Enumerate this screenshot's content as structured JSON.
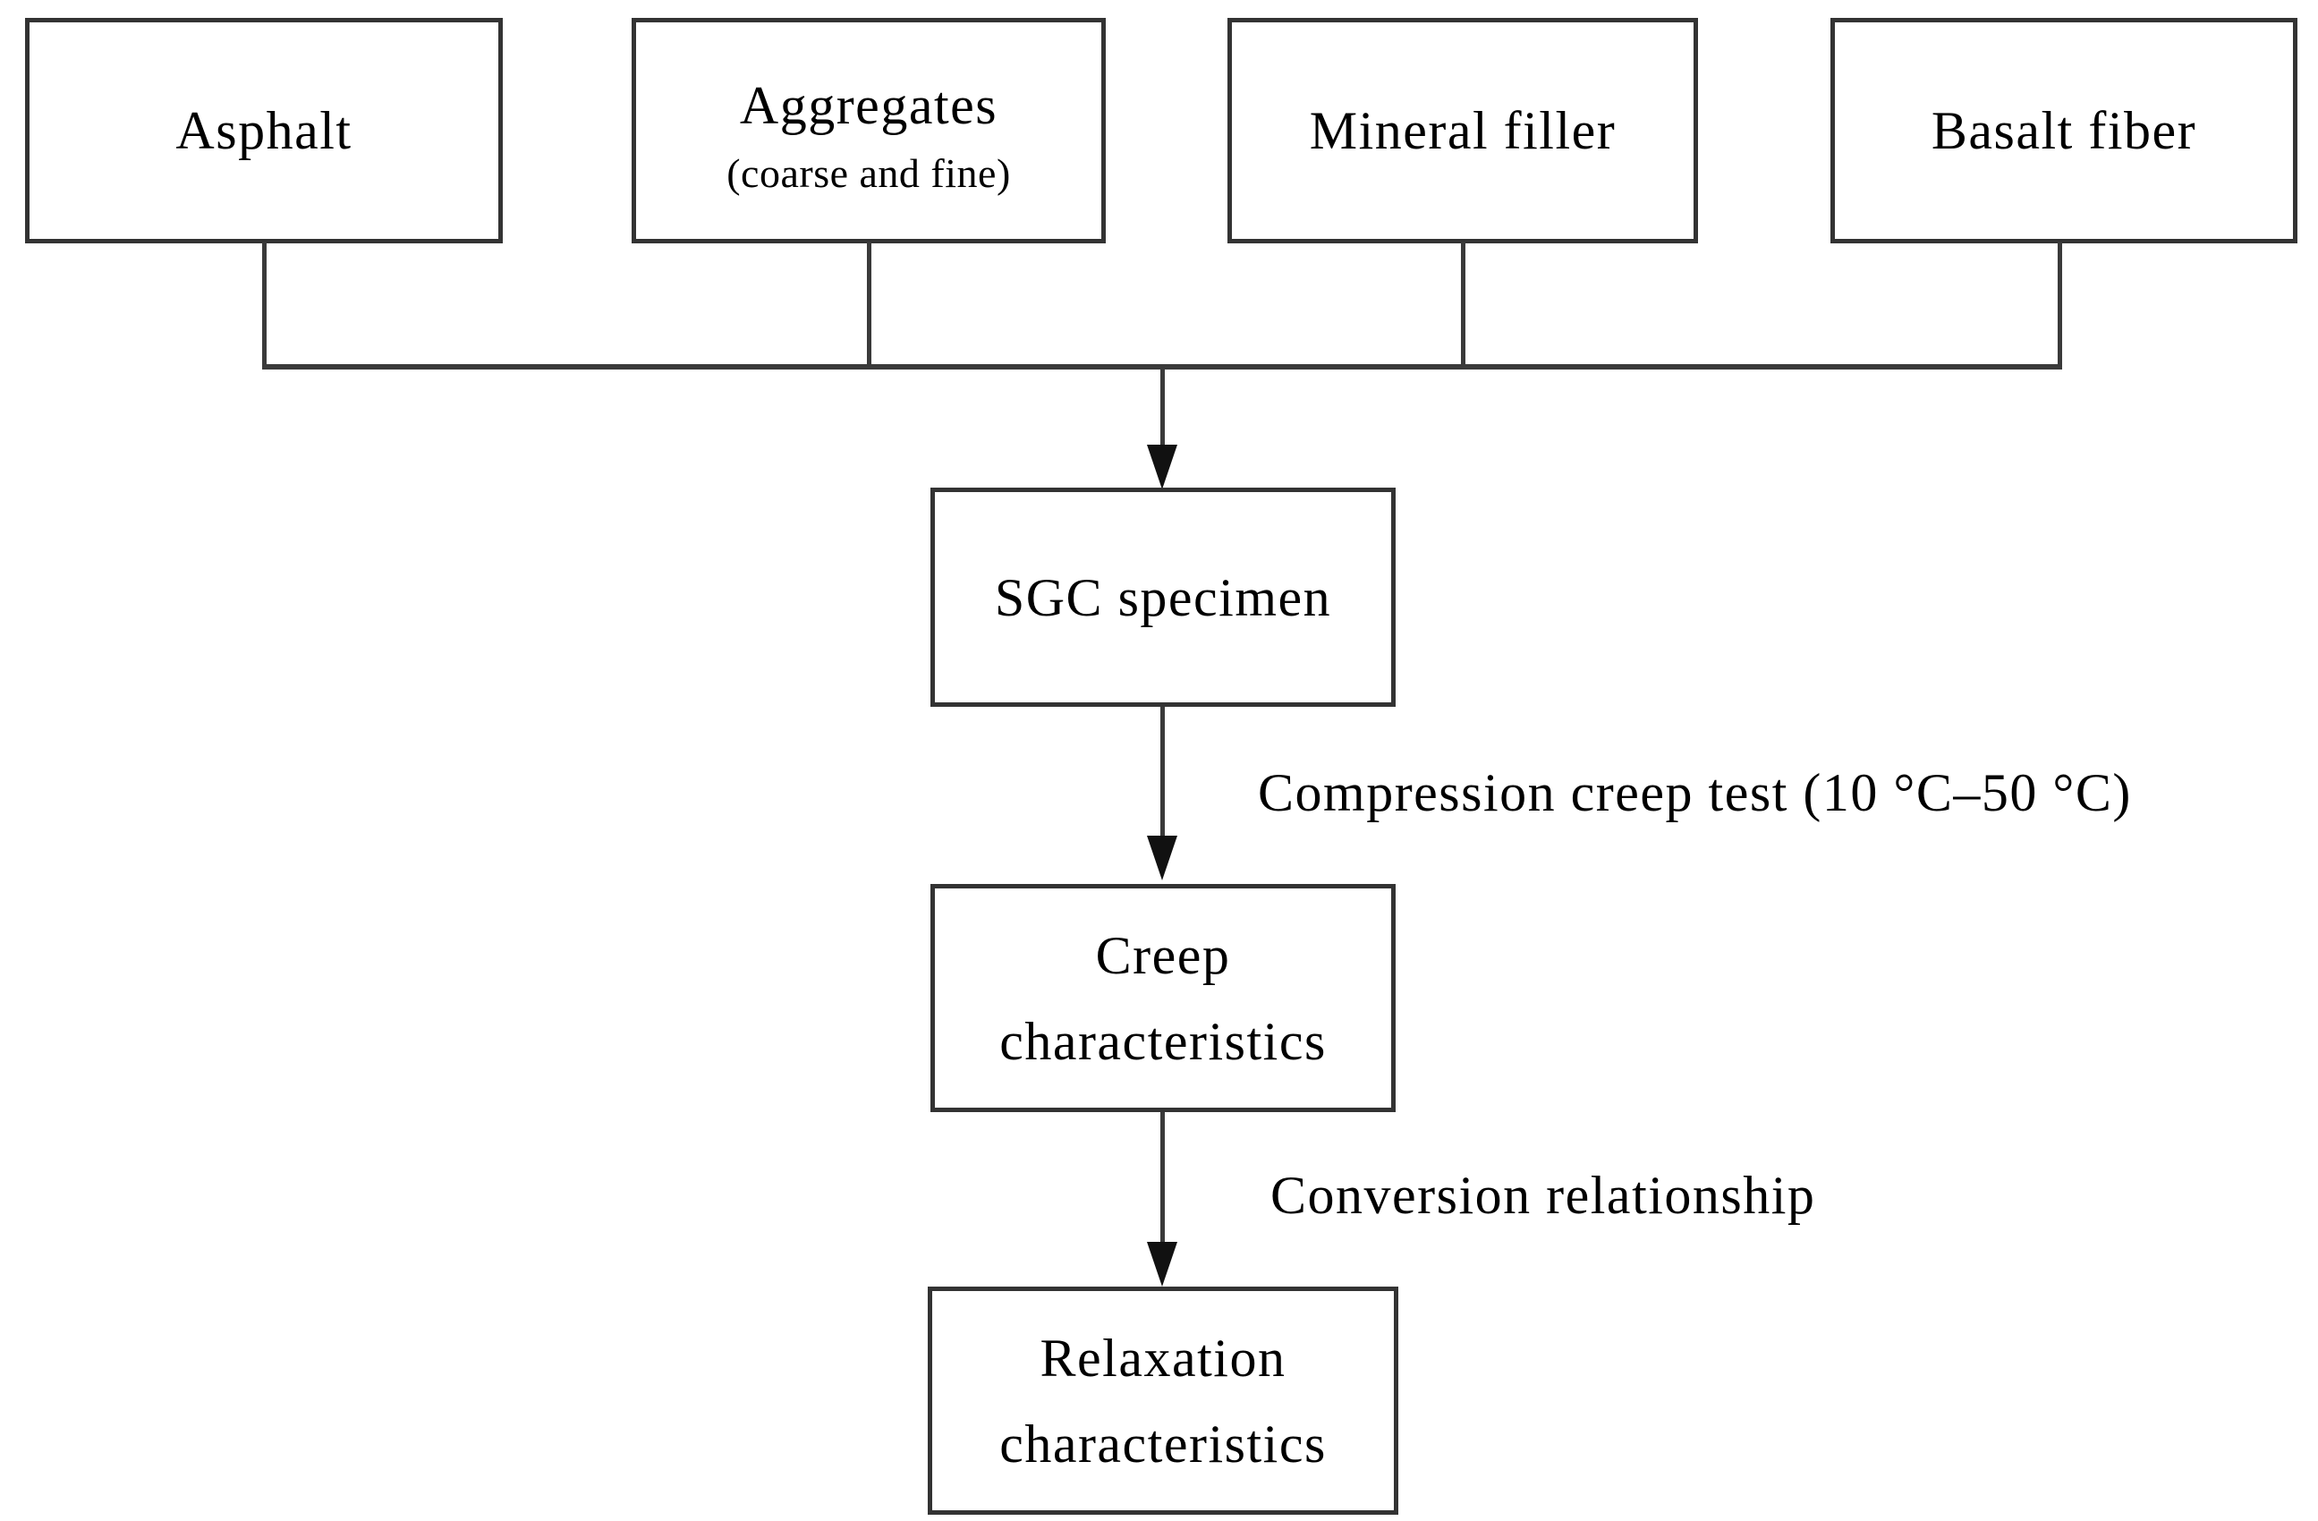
{
  "nodes": {
    "asphalt": {
      "label": "Asphalt"
    },
    "aggregates": {
      "label": "Aggregates",
      "sublabel": "(coarse and fine)"
    },
    "mineral_filler": {
      "label": "Mineral filler"
    },
    "basalt_fiber": {
      "label": "Basalt fiber"
    },
    "sgc_specimen": {
      "label": "SGC specimen"
    },
    "creep": {
      "line1": "Creep",
      "line2": "characteristics"
    },
    "relaxation": {
      "line1": "Relaxation",
      "line2": "characteristics"
    }
  },
  "edge_labels": {
    "compression": "Compression creep test (10 °C–50 °C)",
    "conversion": "Conversion relationship"
  },
  "colors": {
    "line": "#3a3a3a",
    "arrowhead": "#111111",
    "text": "#000000",
    "background": "#ffffff"
  }
}
